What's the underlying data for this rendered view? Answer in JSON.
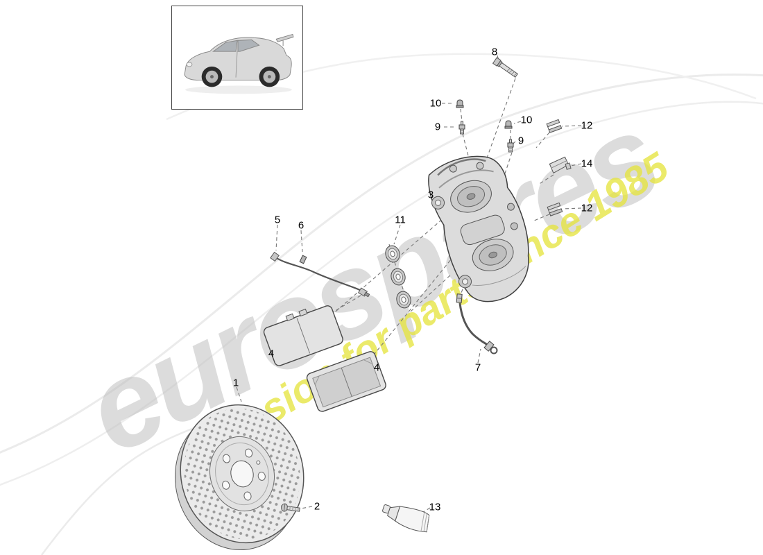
{
  "watermark": {
    "brand": "eurospares",
    "tagline": "a passion for parts since 1985"
  },
  "colors": {
    "watermark_gray": "#b9b9b9",
    "watermark_yellow": "#e6e440",
    "diagram_line": "#555555",
    "background": "#ffffff"
  },
  "callouts": [
    {
      "label": "8"
    },
    {
      "label": "10"
    },
    {
      "label": "9"
    },
    {
      "label": "10"
    },
    {
      "label": "9"
    },
    {
      "label": "12"
    },
    {
      "label": "14"
    },
    {
      "label": "12"
    },
    {
      "label": "3"
    },
    {
      "label": "11"
    },
    {
      "label": "5"
    },
    {
      "label": "6"
    },
    {
      "label": "4"
    },
    {
      "label": "4"
    },
    {
      "label": "7"
    },
    {
      "label": "1"
    },
    {
      "label": "2"
    },
    {
      "label": "13"
    }
  ]
}
